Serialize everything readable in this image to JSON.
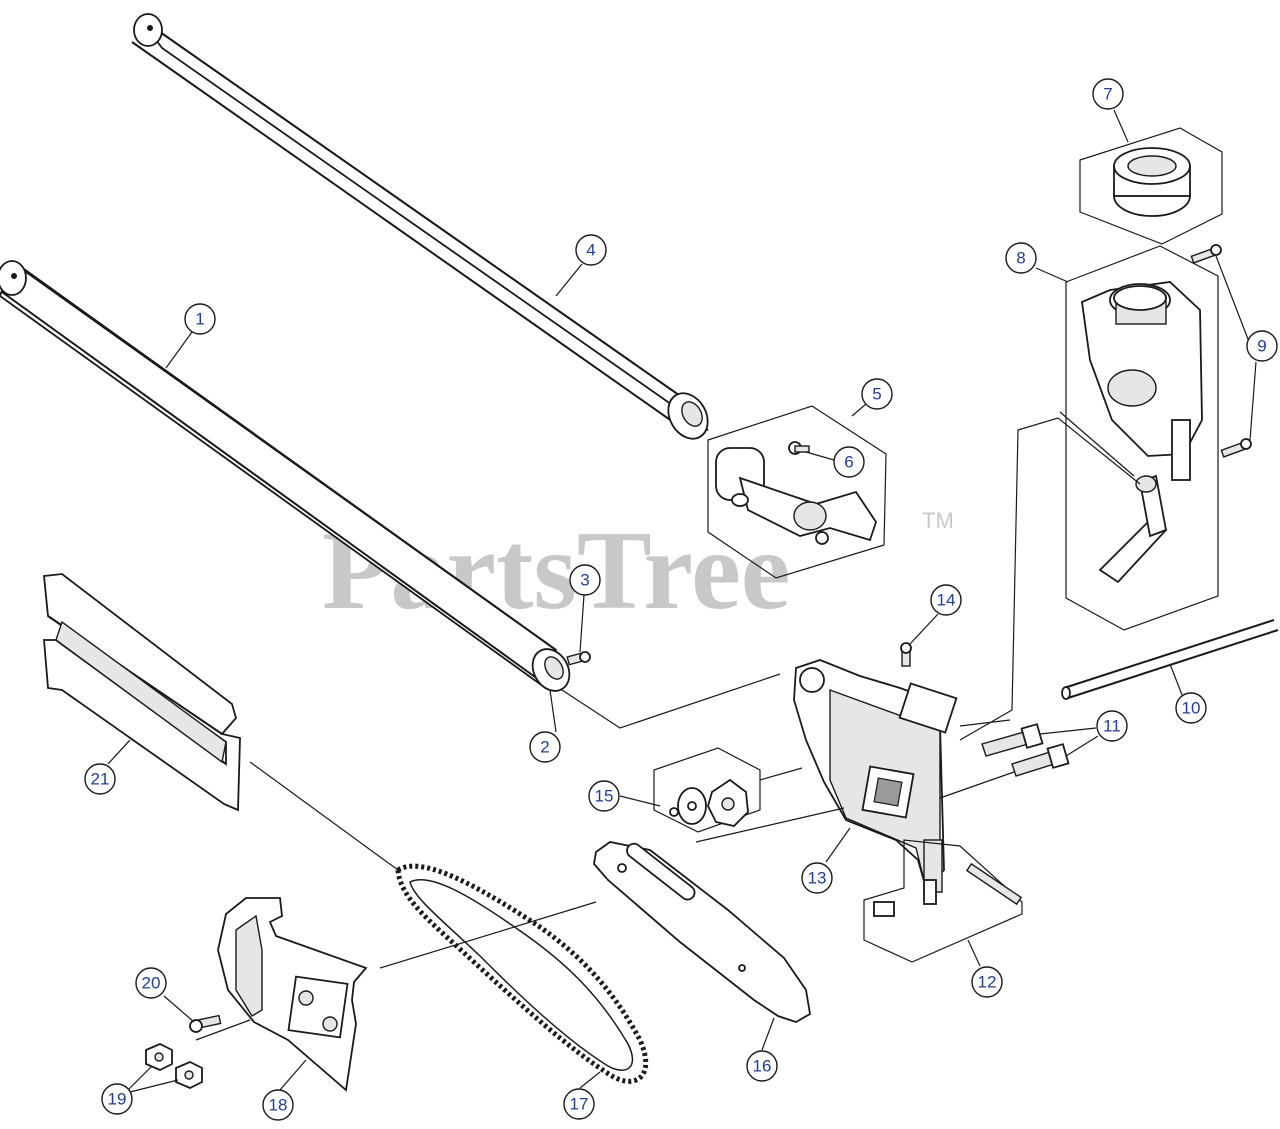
{
  "watermark": {
    "brand": "PartsTree",
    "trademark": "TM"
  },
  "callouts": [
    {
      "id": "callout-1",
      "label": "1"
    },
    {
      "id": "callout-2",
      "label": "2"
    },
    {
      "id": "callout-3",
      "label": "3"
    },
    {
      "id": "callout-4",
      "label": "4"
    },
    {
      "id": "callout-5",
      "label": "5"
    },
    {
      "id": "callout-6",
      "label": "6"
    },
    {
      "id": "callout-7",
      "label": "7"
    },
    {
      "id": "callout-8",
      "label": "8"
    },
    {
      "id": "callout-9",
      "label": "9"
    },
    {
      "id": "callout-10",
      "label": "10"
    },
    {
      "id": "callout-11",
      "label": "11"
    },
    {
      "id": "callout-12",
      "label": "12"
    },
    {
      "id": "callout-13",
      "label": "13"
    },
    {
      "id": "callout-14",
      "label": "14"
    },
    {
      "id": "callout-15",
      "label": "15"
    },
    {
      "id": "callout-16",
      "label": "16"
    },
    {
      "id": "callout-17",
      "label": "17"
    },
    {
      "id": "callout-18",
      "label": "18"
    },
    {
      "id": "callout-19",
      "label": "19"
    },
    {
      "id": "callout-20",
      "label": "20"
    },
    {
      "id": "callout-21",
      "label": "21"
    }
  ],
  "colors": {
    "callout_text": "#1f3f8f",
    "line": "#1a1a1a",
    "watermark": "#c8c8c8"
  }
}
